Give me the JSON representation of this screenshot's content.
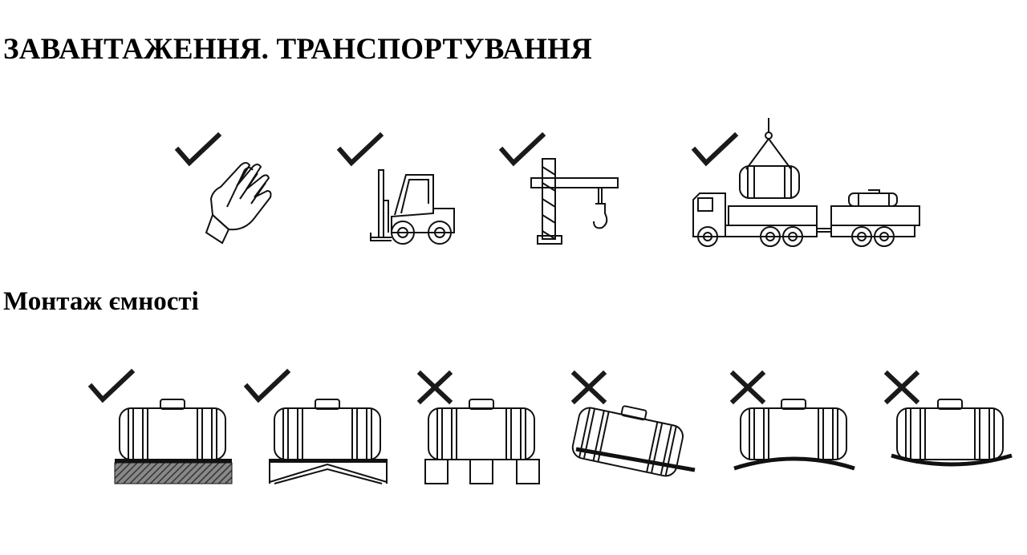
{
  "section1": {
    "title": "ЗАВАНТАЖЕННЯ. ТРАНСПОРТУВАННЯ",
    "icons": [
      {
        "name": "gloves",
        "status": "allowed"
      },
      {
        "name": "forklift",
        "status": "allowed"
      },
      {
        "name": "crane",
        "status": "allowed"
      },
      {
        "name": "truck-with-trailer",
        "status": "allowed"
      }
    ]
  },
  "section2": {
    "title": "Монтаж ємності",
    "icons": [
      {
        "name": "tank-on-solid-base",
        "status": "allowed"
      },
      {
        "name": "tank-on-frame-stand",
        "status": "allowed"
      },
      {
        "name": "tank-on-blocks",
        "status": "forbidden"
      },
      {
        "name": "tank-on-slope",
        "status": "forbidden"
      },
      {
        "name": "tank-on-convex-surface",
        "status": "forbidden"
      },
      {
        "name": "tank-on-concave-surface",
        "status": "forbidden"
      }
    ]
  }
}
